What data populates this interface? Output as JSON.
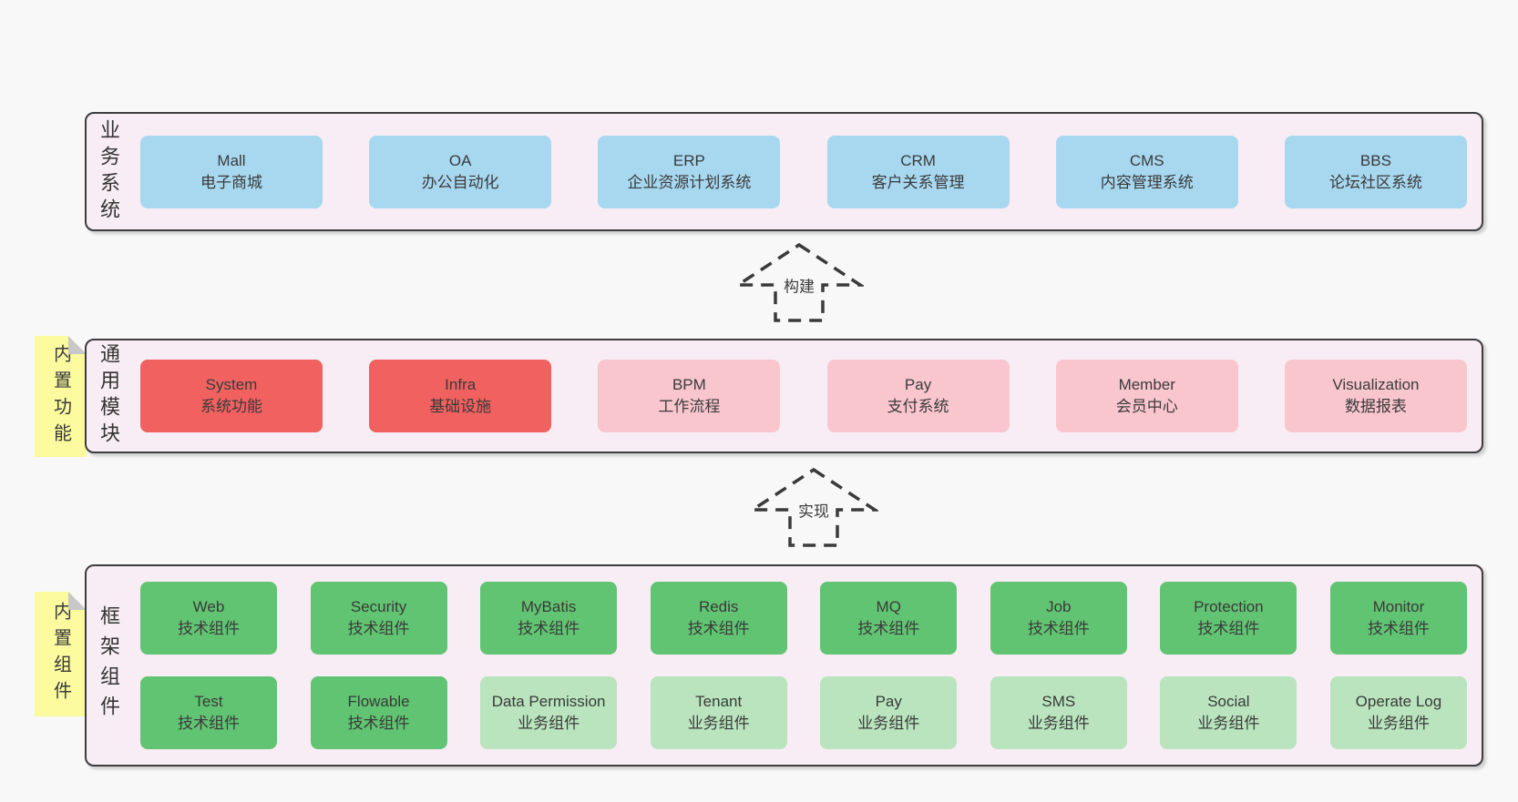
{
  "colors": {
    "page_bg": "#f8f8f8",
    "section_bg": "#f8edf5",
    "section_border": "#3d3d3d",
    "business_box_blue": "#a8d8f0",
    "core_module_red": "#f0615f",
    "module_pink": "#f9c6ce",
    "tech_component_green": "#61c472",
    "biz_component_light_green": "#b9e4bd",
    "note_yellow": "#fbfa9f",
    "note_fold_gray": "#c8c8c8",
    "text": "#3a3a3a"
  },
  "arrows": [
    {
      "label": "构建"
    },
    {
      "label": "实现"
    }
  ],
  "sections": [
    {
      "label": "业务系统",
      "rows": [
        [
          {
            "name": "Mall",
            "desc": "电子商城"
          },
          {
            "name": "OA",
            "desc": "办公自动化"
          },
          {
            "name": "ERP",
            "desc": "企业资源计划系统"
          },
          {
            "name": "CRM",
            "desc": "客户关系管理"
          },
          {
            "name": "CMS",
            "desc": "内容管理系统"
          },
          {
            "name": "BBS",
            "desc": "论坛社区系统"
          }
        ]
      ]
    },
    {
      "label": "通用模块",
      "note": "内置功能",
      "rows": [
        [
          {
            "name": "System",
            "desc": "系统功能"
          },
          {
            "name": "Infra",
            "desc": "基础设施"
          },
          {
            "name": "BPM",
            "desc": "工作流程"
          },
          {
            "name": "Pay",
            "desc": "支付系统"
          },
          {
            "name": "Member",
            "desc": "会员中心"
          },
          {
            "name": "Visualization",
            "desc": "数据报表"
          }
        ]
      ]
    },
    {
      "label": "框架组件",
      "note": "内置组件",
      "rows": [
        [
          {
            "name": "Web",
            "desc": "技术组件"
          },
          {
            "name": "Security",
            "desc": "技术组件"
          },
          {
            "name": "MyBatis",
            "desc": "技术组件"
          },
          {
            "name": "Redis",
            "desc": "技术组件"
          },
          {
            "name": "MQ",
            "desc": "技术组件"
          },
          {
            "name": "Job",
            "desc": "技术组件"
          },
          {
            "name": "Protection",
            "desc": "技术组件"
          },
          {
            "name": "Monitor",
            "desc": "技术组件"
          }
        ],
        [
          {
            "name": "Test",
            "desc": "技术组件"
          },
          {
            "name": "Flowable",
            "desc": "技术组件"
          },
          {
            "name": "Data Permission",
            "desc": "业务组件"
          },
          {
            "name": "Tenant",
            "desc": "业务组件"
          },
          {
            "name": "Pay",
            "desc": "业务组件"
          },
          {
            "name": "SMS",
            "desc": "业务组件"
          },
          {
            "name": "Social",
            "desc": "业务组件"
          },
          {
            "name": "Operate Log",
            "desc": "业务组件"
          }
        ]
      ]
    }
  ]
}
